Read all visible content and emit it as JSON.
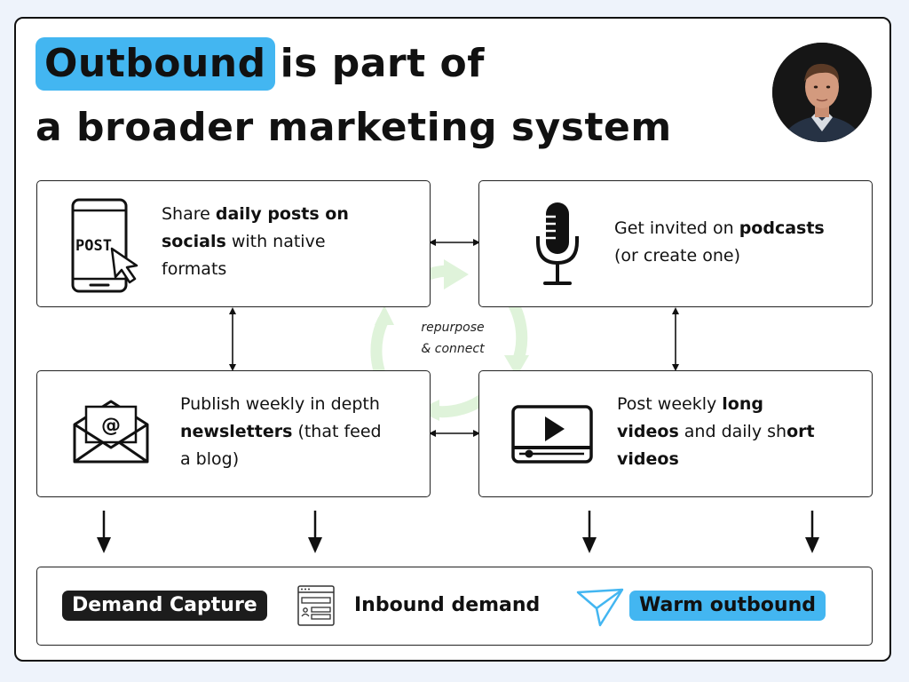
{
  "title": {
    "highlight": "Outbound",
    "line1_rest": "is part of",
    "line2": "a broader marketing system"
  },
  "avatar": {
    "icon": "person-photo-icon"
  },
  "boxes": {
    "socials": {
      "icon": "phone-post-icon",
      "icon_text": "POST",
      "t1": "Share ",
      "b1": "daily posts on",
      "b2": "socials",
      "t2": " with native",
      "t3": "formats"
    },
    "podcasts": {
      "icon": "microphone-icon",
      "t1": "Get invited on ",
      "b1": "podcasts",
      "t2": "(or create one)"
    },
    "newsletter": {
      "icon": "email-envelope-icon",
      "t1": "Publish weekly in depth",
      "b1": "newsletters",
      "t2": " (that feed",
      "t3": "a blog)"
    },
    "videos": {
      "icon": "video-player-icon",
      "t1": "Post weekly ",
      "b1": "long",
      "b2": "videos",
      "t2": " and daily sh",
      "b3": "ort",
      "b4": "videos"
    }
  },
  "cycle": {
    "line1": "repurpose",
    "line2": "& connect",
    "color": "#dff3da"
  },
  "bottom": {
    "demand_capture": "Demand Capture",
    "inbound": "Inbound demand",
    "warm": "Warm outbound",
    "form_icon": "form-icon",
    "plane_icon": "paper-plane-icon"
  },
  "colors": {
    "accent": "#43b6f1",
    "dark": "#1c1c1c"
  }
}
